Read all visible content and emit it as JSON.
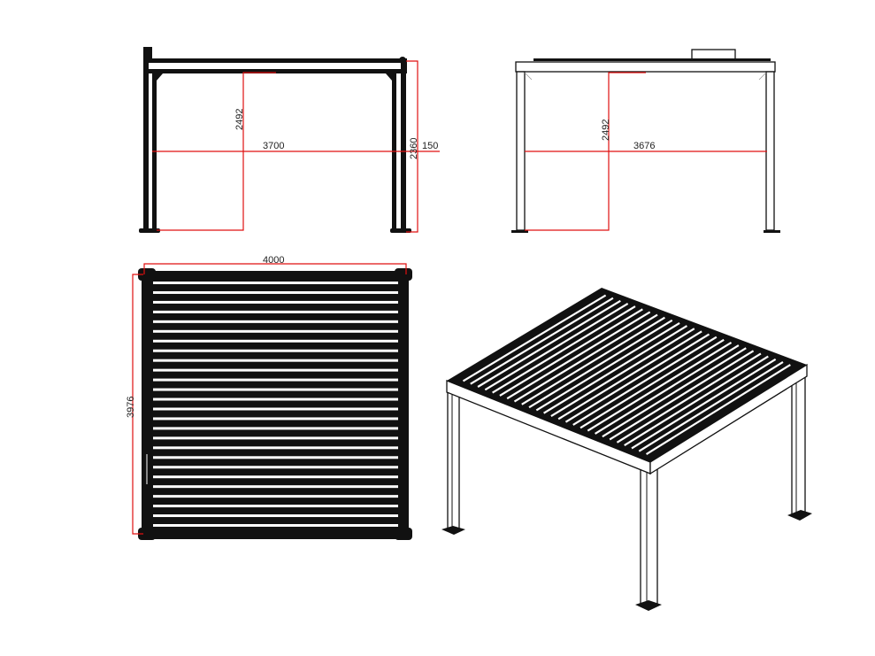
{
  "front_view": {
    "height_inner": "2492",
    "width": "3700",
    "height_total": "2360",
    "offset": "150"
  },
  "side_view": {
    "height_inner": "2492",
    "width": "3676"
  },
  "top_view": {
    "width": "4000",
    "depth": "3976",
    "slat_count": 26
  },
  "iso_view": {
    "slat_count": 26
  },
  "colors": {
    "dimension": "#e01010",
    "frame": "#111111"
  }
}
